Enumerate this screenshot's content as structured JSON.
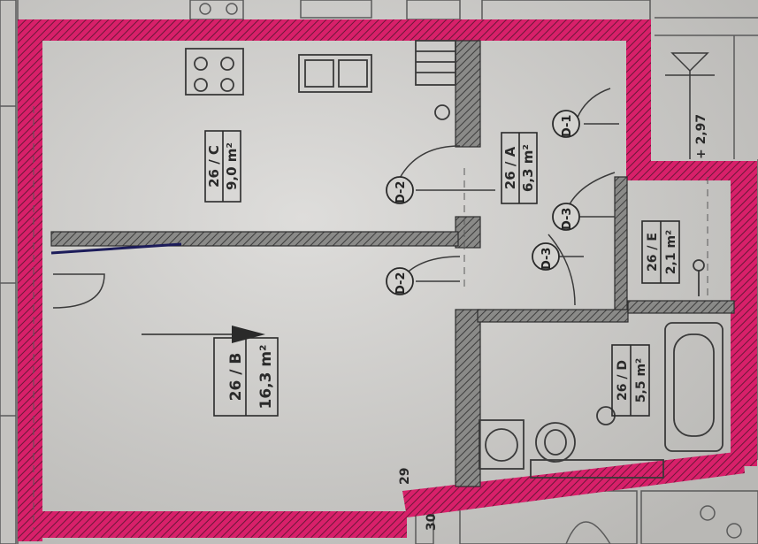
{
  "colors": {
    "paper": "#d4d3d0",
    "paper_shadow": "#bdbcb9",
    "ink": "#3a3a3a",
    "highlight": "#d8206a",
    "pen": "#1c1c5a"
  },
  "rooms": [
    {
      "code": "26 / C",
      "area": "9,0 m²"
    },
    {
      "code": "26 / A",
      "area": "6,3 m²"
    },
    {
      "code": "26 / B",
      "area": "16,3 m²"
    },
    {
      "code": "26 / E",
      "area": "2,1 m²"
    },
    {
      "code": "26 / D",
      "area": "5,5 m²"
    }
  ],
  "doors": [
    "D-1",
    "D-2",
    "D-2",
    "D-3",
    "D-3"
  ],
  "annotations": {
    "level": "+ 2,97",
    "dim_29": "29",
    "dim_30": "30"
  }
}
